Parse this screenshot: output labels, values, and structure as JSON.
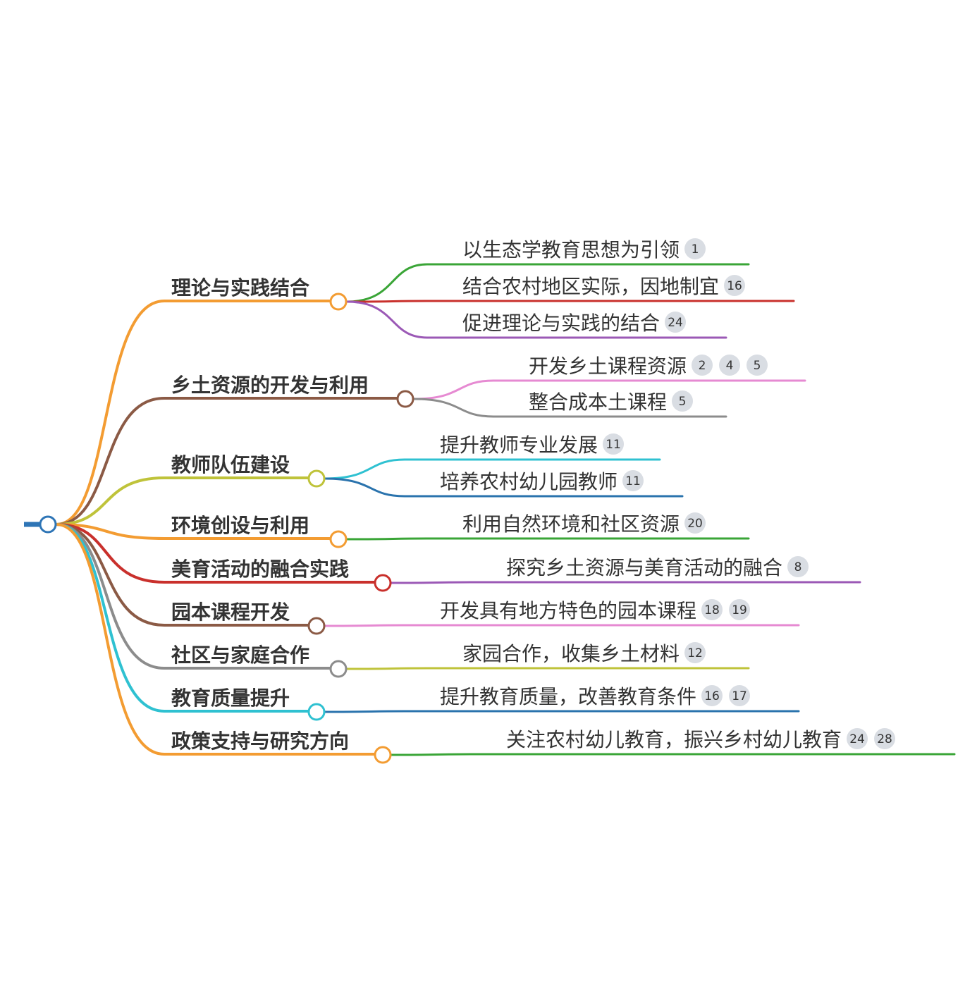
{
  "mindmap": {
    "root": {
      "color": "#2e75b6"
    },
    "branches": [
      {
        "label": "理论与实践结合",
        "color": "#f39c32",
        "children": [
          {
            "label": "以生态学教育思想为引领",
            "color": "#3aa537",
            "refs": [
              "1"
            ]
          },
          {
            "label": "结合农村地区实际，因地制宜",
            "color": "#c9302c",
            "refs": [
              "16"
            ]
          },
          {
            "label": "促进理论与实践的结合",
            "color": "#9b59b6",
            "refs": [
              "24"
            ]
          }
        ]
      },
      {
        "label": "乡土资源的开发与利用",
        "color": "#8b5a45",
        "children": [
          {
            "label": "开发乡土课程资源",
            "color": "#e68ad2",
            "refs": [
              "2",
              "4",
              "5"
            ]
          },
          {
            "label": "整合成本土课程",
            "color": "#8c8c8c",
            "refs": [
              "5"
            ]
          }
        ]
      },
      {
        "label": "教师队伍建设",
        "color": "#bfc33a",
        "children": [
          {
            "label": "提升教师专业发展",
            "color": "#2fc1d1",
            "refs": [
              "11"
            ]
          },
          {
            "label": "培养农村幼儿园教师",
            "color": "#2a73ad",
            "refs": [
              "11"
            ]
          }
        ]
      },
      {
        "label": "环境创设与利用",
        "color": "#f39c32",
        "children": [
          {
            "label": "利用自然环境和社区资源",
            "color": "#3aa537",
            "refs": [
              "20"
            ]
          }
        ]
      },
      {
        "label": "美育活动的融合实践",
        "color": "#c9302c",
        "children": [
          {
            "label": "探究乡土资源与美育活动的融合",
            "color": "#9b59b6",
            "refs": [
              "8"
            ]
          }
        ]
      },
      {
        "label": "园本课程开发",
        "color": "#8b5a45",
        "children": [
          {
            "label": "开发具有地方特色的园本课程",
            "color": "#e68ad2",
            "refs": [
              "18",
              "19"
            ]
          }
        ]
      },
      {
        "label": "社区与家庭合作",
        "color": "#8c8c8c",
        "children": [
          {
            "label": "家园合作，收集乡土材料",
            "color": "#bfc33a",
            "refs": [
              "12"
            ]
          }
        ]
      },
      {
        "label": "教育质量提升",
        "color": "#2fc1d1",
        "children": [
          {
            "label": "提升教育质量，改善教育条件",
            "color": "#2a73ad",
            "refs": [
              "16",
              "17"
            ]
          }
        ]
      },
      {
        "label": "政策支持与研究方向",
        "color": "#f39c32",
        "children": [
          {
            "label": "关注农村幼儿教育，振兴乡村幼儿教育",
            "color": "#3aa537",
            "refs": [
              "24",
              "28"
            ]
          }
        ]
      }
    ]
  }
}
